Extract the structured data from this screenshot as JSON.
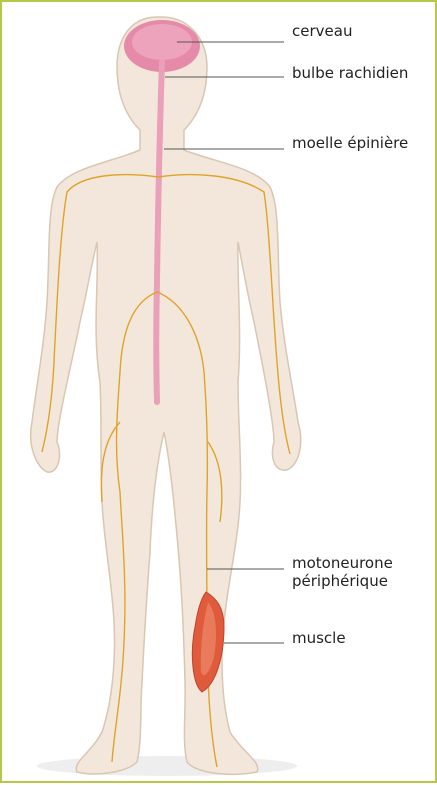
{
  "labels": {
    "brain": "cerveau",
    "medulla": "bulbe rachidien",
    "spinal_cord": "moelle épinière",
    "motor_neuron_line1": "motoneurone",
    "motor_neuron_line2": "périphérique",
    "muscle": "muscle"
  },
  "colors": {
    "frame_border": "#b5c84a",
    "skin": "#f3e7db",
    "skin_outline": "#d9c6b3",
    "brain": "#e58aa8",
    "spinal_cord": "#e9a0b8",
    "nerves": "#e0a32a",
    "muscle": "#e05a3c",
    "leader_lines": "#555555"
  }
}
